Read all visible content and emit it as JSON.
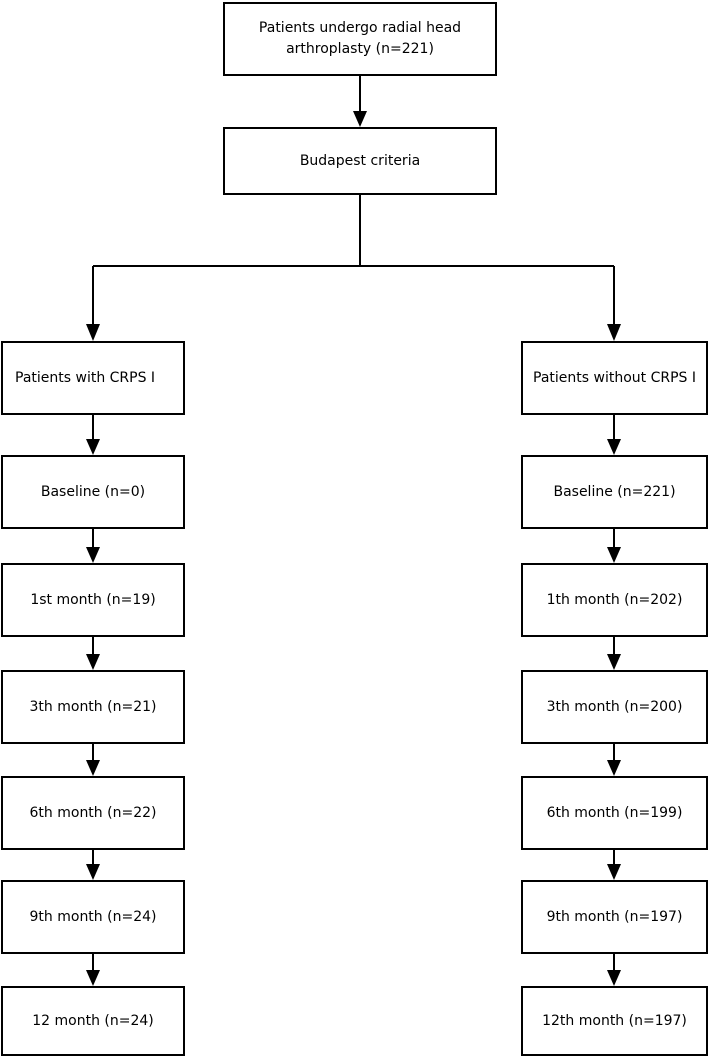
{
  "diagram": {
    "top_box": "Patients undergo radial head arthroplasty (n=221)",
    "criteria_box": "Budapest criteria",
    "left_branch": {
      "header": "Patients with CRPS I",
      "steps": [
        "Baseline (n=0)",
        "1st month (n=19)",
        "3th month (n=21)",
        "6th month (n=22)",
        "9th month (n=24)",
        "12 month (n=24)"
      ]
    },
    "right_branch": {
      "header": "Patients without CRPS I",
      "steps": [
        "Baseline (n=221)",
        "1th month (n=202)",
        "3th month (n=200)",
        "6th month (n=199)",
        "9th month (n=197)",
        "12th month (n=197)"
      ]
    },
    "colors": {
      "line": "#000000",
      "box_border": "#000000",
      "background": "#ffffff"
    }
  }
}
